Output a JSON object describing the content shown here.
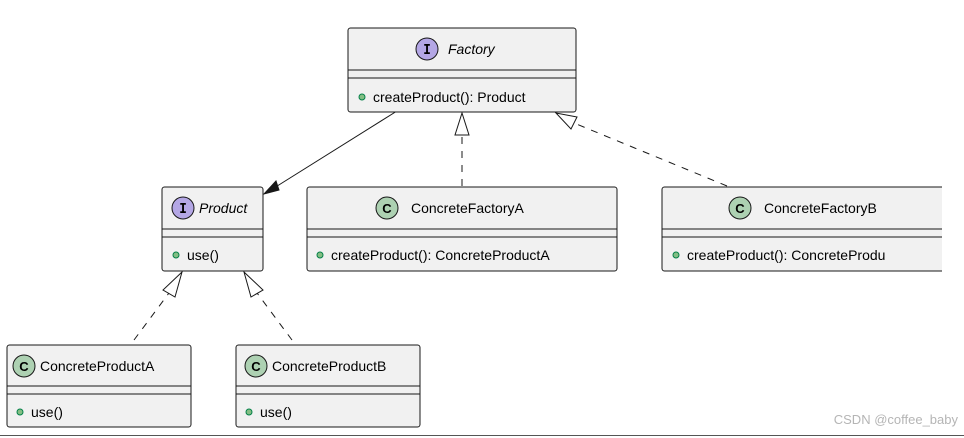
{
  "diagram": {
    "factory": {
      "stereotype": "I",
      "name": "Factory",
      "method": "createProduct(): Product"
    },
    "product": {
      "stereotype": "I",
      "name": "Product",
      "method": "use()"
    },
    "concrete_factory_a": {
      "stereotype": "C",
      "name": "ConcreteFactoryA",
      "method": "createProduct(): ConcreteProductA"
    },
    "concrete_factory_b": {
      "stereotype": "C",
      "name": "ConcreteFactoryB",
      "method": "createProduct(): ConcreteProdu"
    },
    "concrete_product_a": {
      "stereotype": "C",
      "name": "ConcreteProductA",
      "method": "use()"
    },
    "concrete_product_b": {
      "stereotype": "C",
      "name": "ConcreteProductB",
      "method": "use()"
    },
    "relations": [
      {
        "from": "Factory",
        "to": "Product",
        "kind": "association"
      },
      {
        "from": "ConcreteFactoryA",
        "to": "Factory",
        "kind": "realization"
      },
      {
        "from": "ConcreteFactoryB",
        "to": "Factory",
        "kind": "realization"
      },
      {
        "from": "ConcreteProductA",
        "to": "Product",
        "kind": "realization"
      },
      {
        "from": "ConcreteProductB",
        "to": "Product",
        "kind": "realization"
      }
    ]
  },
  "watermark": "CSDN @coffee_baby",
  "colors": {
    "interface_badge": "#b4a7e5",
    "class_badge": "#add1b2",
    "box_fill": "#f1f1f1",
    "public_method_dot": "#84be84"
  }
}
